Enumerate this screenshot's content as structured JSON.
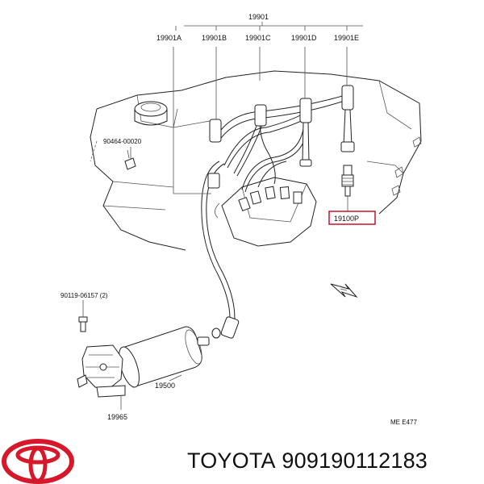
{
  "labels": {
    "assembly": "19901",
    "wire_a": "19901A",
    "wire_b": "19901B",
    "wire_c": "19901C",
    "wire_d": "19901D",
    "wire_e": "19901E",
    "clamp": "90464-00020",
    "spark_plug": "19100P",
    "bolt": "90119-06157 (2)",
    "coil": "19500",
    "bracket": "19965",
    "figure_code": "ME  E477"
  },
  "footer": {
    "brand": "TOYOTA",
    "part_number": "909190112183"
  },
  "colors": {
    "logo_red": "#d6182a",
    "highlight_box": "#c8102e",
    "line": "#222222"
  }
}
